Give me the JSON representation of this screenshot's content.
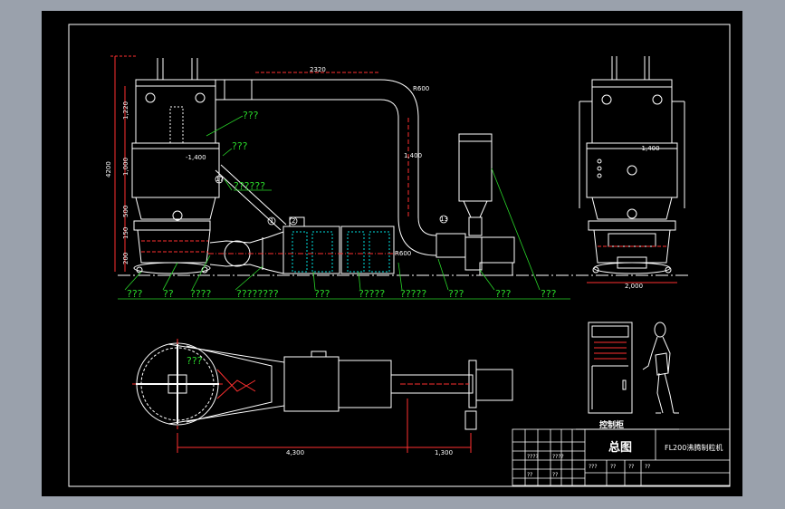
{
  "dimensions": {
    "duct_length": "2320",
    "elbow_radius_top": "R600",
    "elbow_radius_bottom": "R600",
    "chamber_level": "-1,400",
    "pipe_level": "1,400",
    "right_level": "-1,400",
    "h_total": "4200",
    "h_top": "1,220",
    "h_mid": "1,000",
    "h_low1": "500",
    "h_low2": "150",
    "h_base": "200",
    "right_width": "2,000",
    "plan_length": "4,300",
    "plan_length2": "1,300"
  },
  "labels": {
    "top1": "???",
    "top2": "???",
    "top3": "??????",
    "plan": "???",
    "bottom": [
      "???",
      "??",
      "????",
      "????????",
      "???",
      "?????",
      "?????",
      "???",
      "???",
      "???"
    ]
  },
  "markers": [
    "17",
    "1",
    "2",
    "13"
  ],
  "control_cabinet_caption": "控制柜",
  "title_block": {
    "main_title": "总图",
    "drawing_name": "FL200沸腾制粒机",
    "small_cells": [
      "????",
      "????",
      "???",
      "??",
      "??",
      "??",
      "??",
      "??"
    ]
  },
  "colors": {
    "line": "#ffffff",
    "dash": "#ff3030",
    "leader": "#29d629",
    "accent": "#00e0e0",
    "background": "#000000"
  }
}
